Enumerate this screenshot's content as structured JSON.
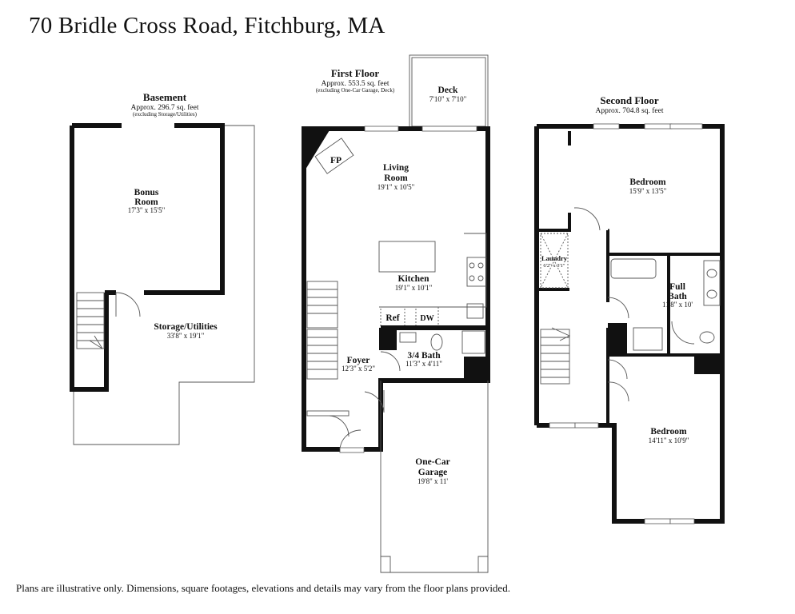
{
  "title": "70 Bridle Cross Road, Fitchburg, MA",
  "disclaimer": "Plans are illustrative only. Dimensions, square footages, elevations and details may vary from the floor plans provided.",
  "basement": {
    "title": "Basement",
    "area": "Approx. 296.7 sq. feet",
    "note": "(excluding Storage/Utilities)",
    "rooms": {
      "bonus_name_1": "Bonus",
      "bonus_name_2": "Room",
      "bonus_dim": "17'3\" x 15'5\"",
      "storage_name": "Storage/Utilities",
      "storage_dim": "33'8\" x 19'1\""
    }
  },
  "first_floor": {
    "title": "First Floor",
    "area": "Approx. 553.5 sq. feet",
    "note": "(excluding One-Car Garage, Deck)",
    "rooms": {
      "deck_name": "Deck",
      "deck_dim": "7'10\" x 7'10\"",
      "fp": "FP",
      "living_name_1": "Living",
      "living_name_2": "Room",
      "living_dim": "19'1\" x 10'5\"",
      "kitchen_name": "Kitchen",
      "kitchen_dim": "19'1\" x 10'1\"",
      "ref": "Ref",
      "dw": "DW",
      "bath_name": "3/4 Bath",
      "bath_dim": "11'3\" x 4'11\"",
      "foyer_name": "Foyer",
      "foyer_dim": "12'3\" x 5'2\"",
      "garage_name_1": "One-Car",
      "garage_name_2": "Garage",
      "garage_dim": "19'8\" x 11'"
    }
  },
  "second_floor": {
    "title": "Second Floor",
    "area": "Approx. 704.8 sq. feet",
    "rooms": {
      "bed1_name": "Bedroom",
      "bed1_dim": "15'9\" x 13'5\"",
      "laundry_name": "Laundry",
      "laundry_dim": "6'2\" x 3'1\"",
      "fullbath_name_1": "Full",
      "fullbath_name_2": "Bath",
      "fullbath_dim": "11'8\" x 10'",
      "bed2_name": "Bedroom",
      "bed2_dim": "14'11\" x 10'9\""
    }
  }
}
